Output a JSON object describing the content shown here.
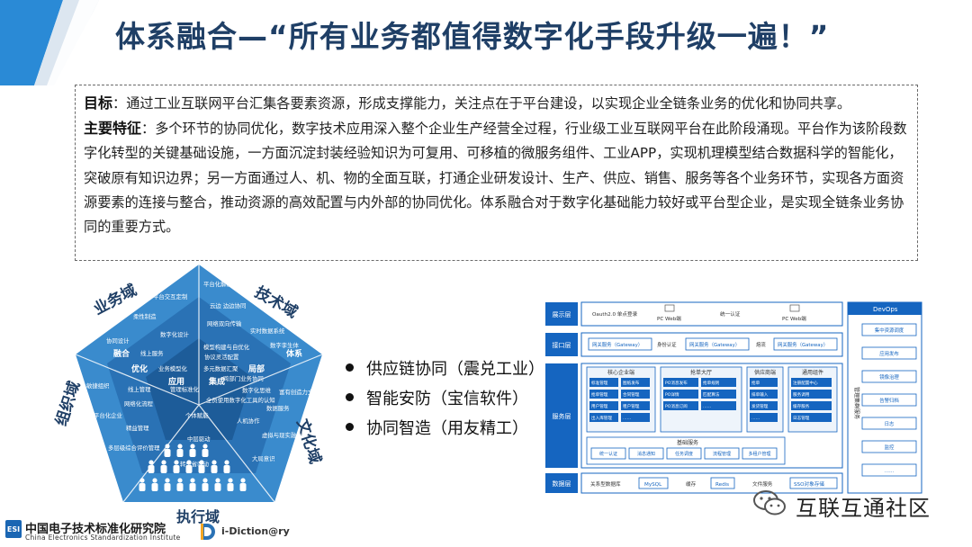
{
  "title": "体系融合—“所有业务都值得数字化手段升级一遍！”",
  "goal": {
    "label": "目标",
    "text": "：通过工业互联网平台汇集各要素资源，形成支撑能力，关注点在于平台建设，以实现企业全链条业务的优化和协同共享。"
  },
  "features": {
    "label": "主要特征",
    "text": "：多个环节的协同优化，数字技术应用深入整个企业生产经营全过程，行业级工业互联网平台在此阶段涌现。平台作为该阶段数字化转型的关键基础设施，一方面沉淀封装经验知识为可复用、可移植的微服务组件、工业APP，实现机理模型结合数据科学的智能化，突破原有知识边界；另一方面通过人、机、物的全面互联，打通企业研发设计、生产、供应、销售、服务等各个业务环节，实现各方面资源要素的连接与整合，推动资源的高效配置与内外部的协同优化。体系融合对于数字化基础能力较好或平台型企业，是实现全链条业务协同的重要方式。"
  },
  "pentagon": {
    "domains": [
      "业务域",
      "技术域",
      "文化域",
      "执行域",
      "组织域"
    ],
    "inner_sides": [
      "融合",
      "优化",
      "应用",
      "集成",
      "局部",
      "体系"
    ],
    "items": [
      "平台交互定制",
      "平台化解决方案",
      "柔性制造",
      "云边 边边协同",
      "协同设计",
      "数字化设计",
      "网络双向传输",
      "实时数据系统",
      "线上服务",
      "模型构建与自优化",
      "数字孪生体",
      "协议灵活配置",
      "业务模型化",
      "多元数据汇聚",
      "敏捷组织",
      "线上管理",
      "管理标准化",
      "数字化思维",
      "富有创造力文化",
      "跨部门业务协同",
      "全员使用数字化工具的认知",
      "网络化流程",
      "平台化企业",
      "个体赋能",
      "人机协作",
      "数据服务",
      "精益管理",
      "虚拟与现实融合",
      "多层级综合评价管理",
      "中层驱动",
      "大局意识",
      "转型省驱动"
    ]
  },
  "bullets": [
    "供应链协同（震兑工业）",
    "智能安防（宝信软件）",
    "协同智造（用友精工）"
  ],
  "arch": {
    "layers": [
      "展示层",
      "接口层",
      "服务层",
      "数据层"
    ],
    "display": {
      "oauth": "Oauth2.0 单点登录",
      "pc1": "PC Web端",
      "auth": "统一认证",
      "pc2": "PC Web端"
    },
    "interface": {
      "gw1": "网关服务（Gateway）",
      "auth": "身份认证",
      "gw2": "网关服务（Gateway）",
      "limit": "熔流",
      "gw3": "网关服务（Gateway）"
    },
    "groups": [
      {
        "title": "核心企业端",
        "items": [
          "标准管理",
          "图纸发布",
          "抢单管理",
          "合同管理",
          "用户管理",
          "租户管理",
          "出入库管理",
          "……"
        ]
      },
      {
        "title": "抢单大厅",
        "items": [
          "PO消息发布",
          "抢单规则",
          "PO详情",
          "匹配算法",
          "PO消息订阅",
          "……"
        ]
      },
      {
        "title": "供应商端",
        "items": [
          "抢单",
          "排单输入",
          "发货管理",
          "……"
        ]
      },
      {
        "title": "通用组件",
        "items": [
          "注册配置中心",
          "服务调用",
          "缓存服务",
          "日志管理"
        ]
      }
    ],
    "base": {
      "title": "基础服务",
      "items": [
        "统一认证",
        "消息通知",
        "任务调度",
        "流程管理",
        "多租户管理"
      ]
    },
    "data": {
      "rdb": "关系型数据库",
      "mysql": "MySQL",
      "cache": "缓存",
      "redis": "Redis",
      "file": "文件服务",
      "sso": "SSO对象存储"
    },
    "devops": {
      "title": "DevOps",
      "items": [
        "集中资源调度",
        "应用发布",
        "镜像治理",
        "告警归档",
        "日志",
        "监控",
        "……"
      ],
      "side": "管理集群服务"
    }
  },
  "footer": {
    "cesi_badge": "ESI",
    "cesi_cn": "中国电子技术标准化研究院",
    "cesi_en": "China Electronics Standardization Institute",
    "idiction": "i-Diction@ry",
    "community": "互联互通社区"
  },
  "colors": {
    "title": "#1f3f66",
    "pent_outer": "#2f7fc1",
    "pent_inner": "#1e5a96",
    "arch_blue": "#1565c0"
  }
}
